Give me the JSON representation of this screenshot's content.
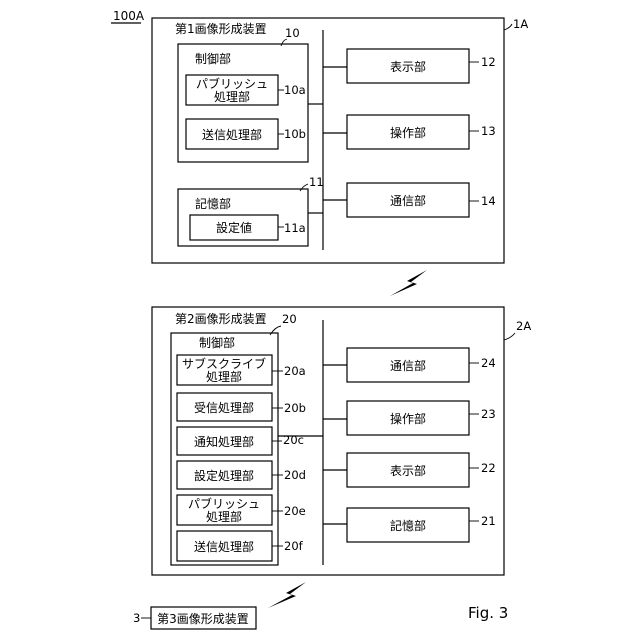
{
  "system_label": "100A",
  "figure_label": "Fig. 3",
  "device1": {
    "ref": "1A",
    "title": "第1画像形成装置",
    "controller": {
      "ref": "10",
      "title": "制御部",
      "units": [
        {
          "lines": [
            "パブリッシュ",
            "処理部"
          ],
          "ref": "10a"
        },
        {
          "lines": [
            "送信処理部"
          ],
          "ref": "10b"
        }
      ]
    },
    "storage": {
      "ref": "11",
      "title": "記憶部",
      "setting": {
        "label": "設定値",
        "ref": "11a"
      }
    },
    "peripherals": [
      {
        "label": "表示部",
        "ref": "12"
      },
      {
        "label": "操作部",
        "ref": "13"
      },
      {
        "label": "通信部",
        "ref": "14"
      }
    ]
  },
  "device2": {
    "ref": "2A",
    "title": "第2画像形成装置",
    "controller": {
      "ref": "20",
      "title": "制御部",
      "units": [
        {
          "lines": [
            "サブスクライブ",
            "処理部"
          ],
          "ref": "20a"
        },
        {
          "lines": [
            "受信処理部"
          ],
          "ref": "20b"
        },
        {
          "lines": [
            "通知処理部"
          ],
          "ref": "20c"
        },
        {
          "lines": [
            "設定処理部"
          ],
          "ref": "20d"
        },
        {
          "lines": [
            "パブリッシュ",
            "処理部"
          ],
          "ref": "20e"
        },
        {
          "lines": [
            "送信処理部"
          ],
          "ref": "20f"
        }
      ]
    },
    "peripherals": [
      {
        "label": "通信部",
        "ref": "24"
      },
      {
        "label": "操作部",
        "ref": "23"
      },
      {
        "label": "表示部",
        "ref": "22"
      },
      {
        "label": "記憶部",
        "ref": "21"
      }
    ]
  },
  "device3": {
    "ref": "3",
    "title": "第3画像形成装置"
  }
}
